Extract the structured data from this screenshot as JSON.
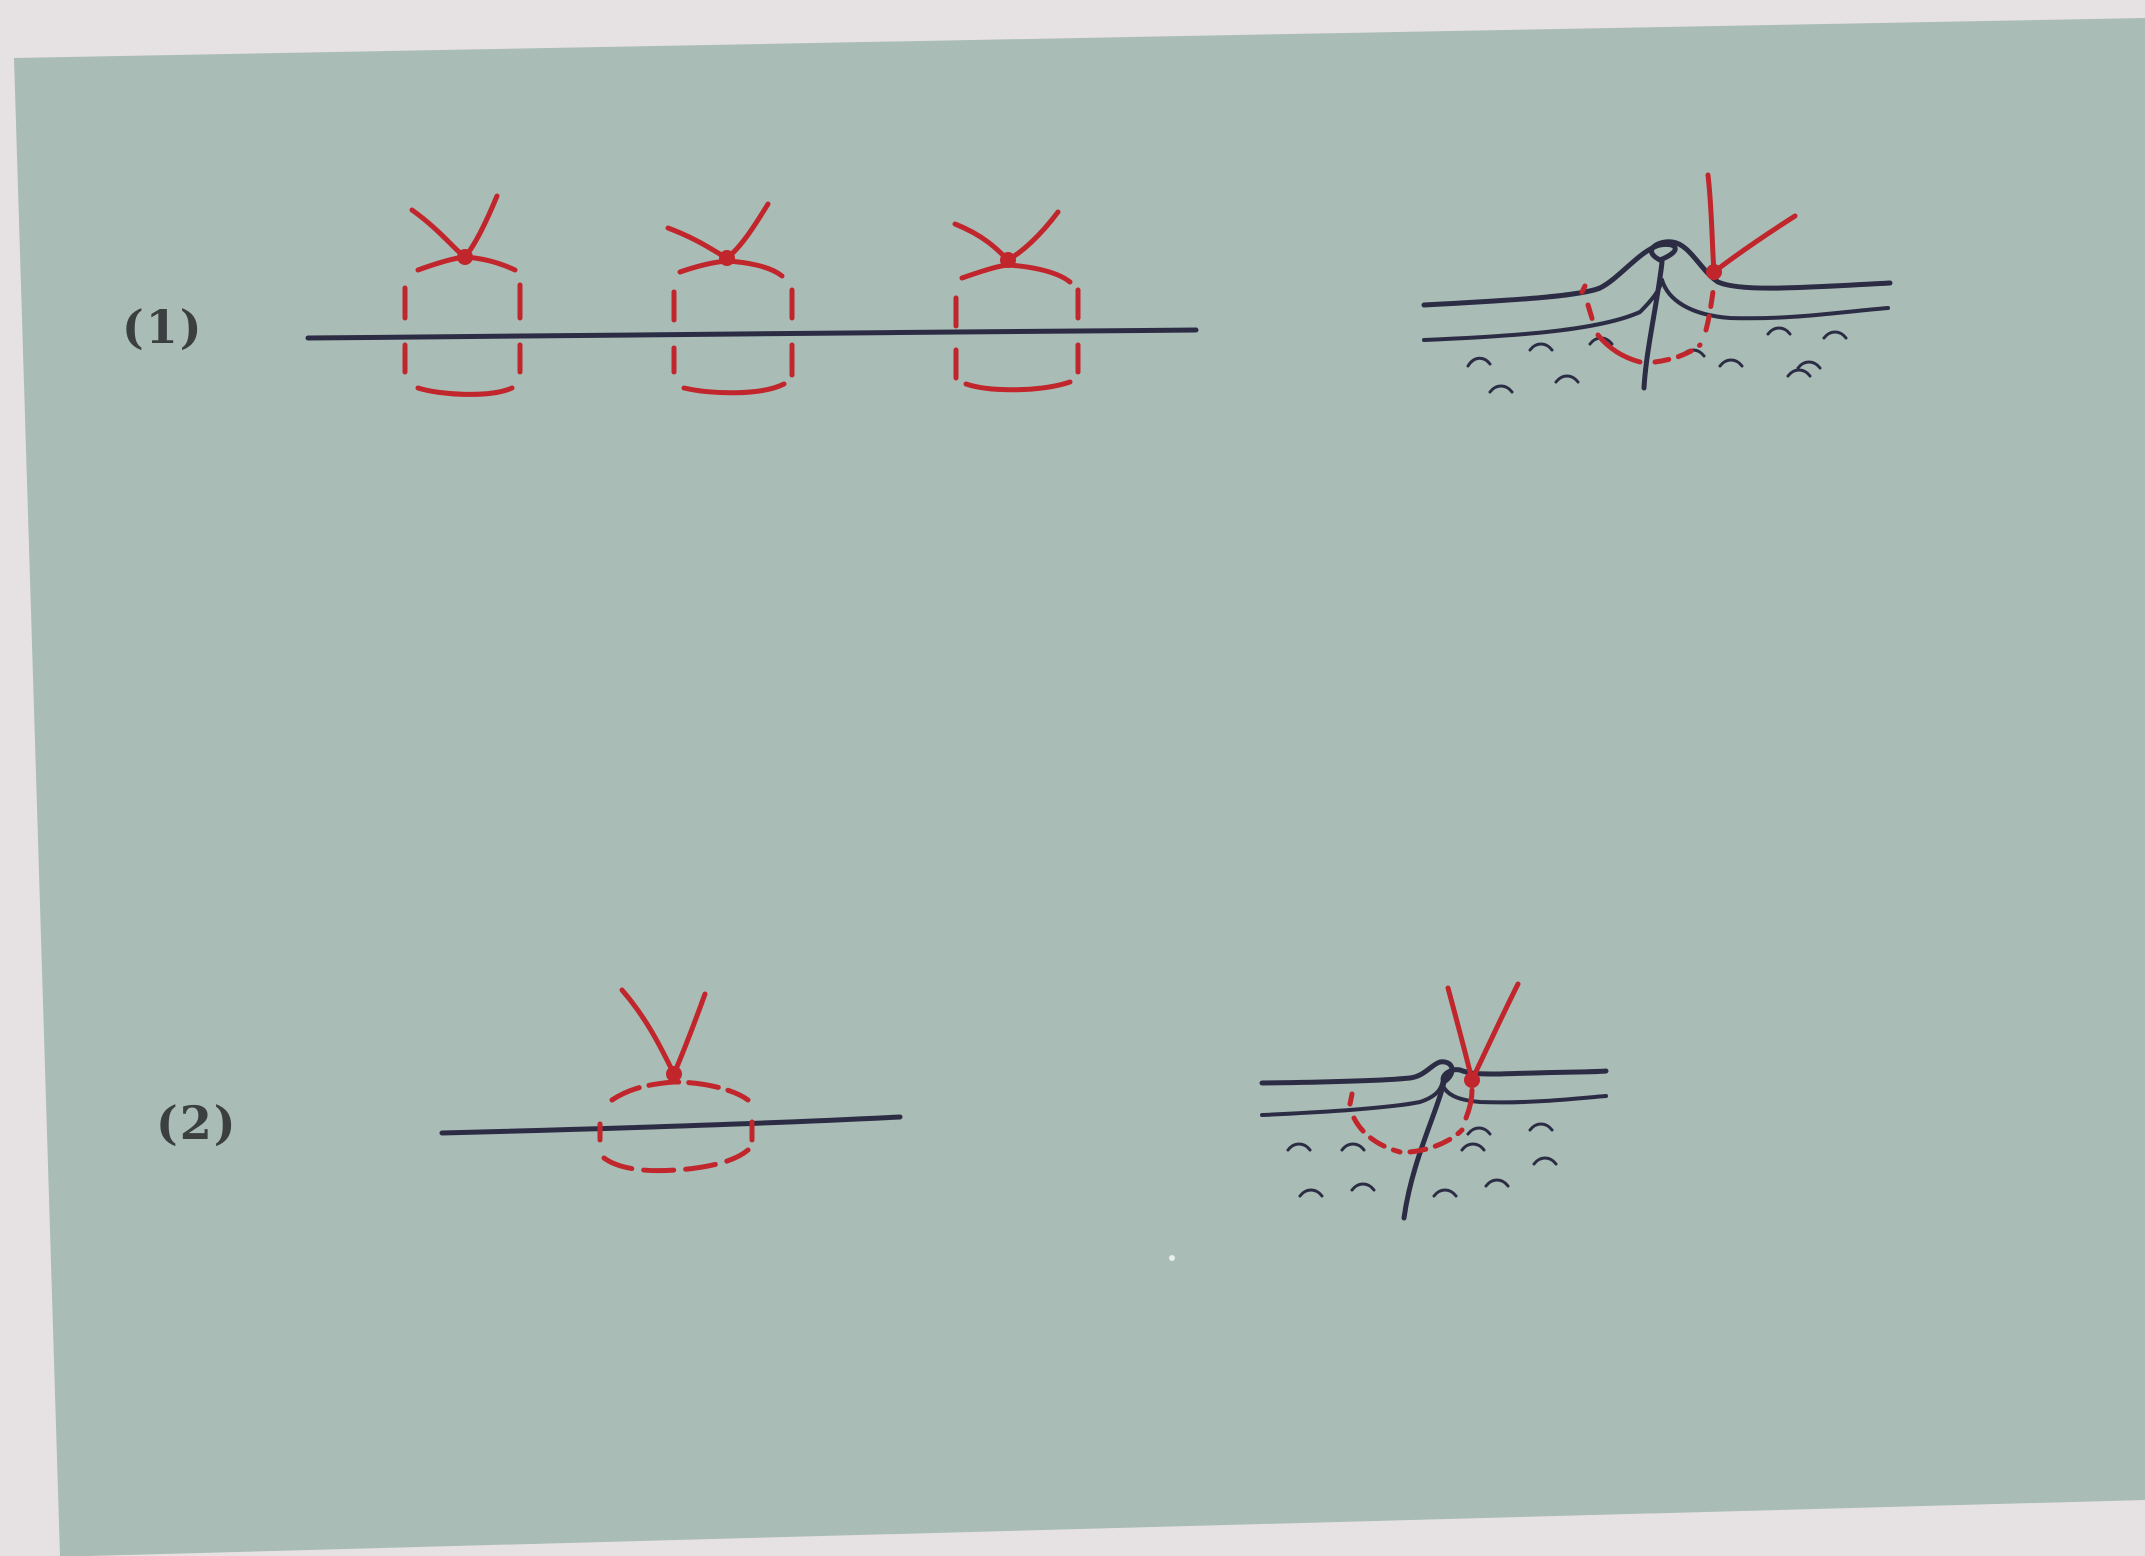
{
  "figure": {
    "rows": [
      {
        "label": "(1)",
        "stitch_count": 3
      },
      {
        "label": "(2)",
        "stitch_count": 1
      }
    ]
  },
  "colors": {
    "paper": "#e6e1e2",
    "panel": "#a9bcb6",
    "suture_red": "#c0262b",
    "tissue_line": "#2c2d45",
    "label_text": "#3b3f40"
  }
}
